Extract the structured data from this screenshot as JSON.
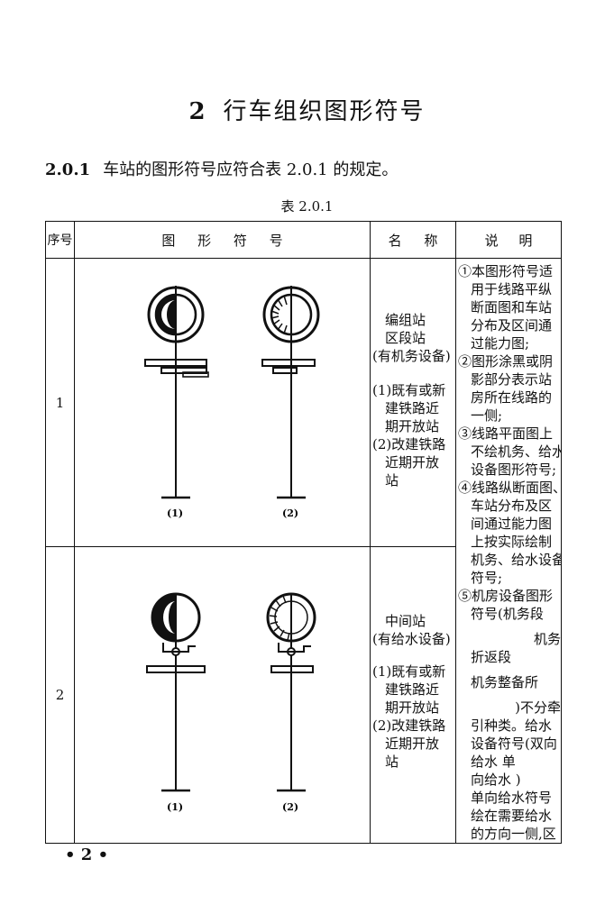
{
  "chapter": {
    "number": "2",
    "title": "行车组织图形符号"
  },
  "clause": {
    "number": "2.0.1",
    "text": "车站的图形符号应符合表 2.0.1 的规定。"
  },
  "table_caption": "表 2.0.1",
  "table": {
    "headers": {
      "seq": "序号",
      "symbol": "图 形 符 号",
      "name": "名 称",
      "desc": "说 明"
    },
    "rows": [
      {
        "seq": "1",
        "sub_labels": [
          "(1)",
          "(2)"
        ],
        "name_lines": [
          "编组站",
          "区段站",
          "(有机务设备)",
          "",
          "(1)既有或新",
          "建铁路近",
          "期开放站",
          "(2)改建铁路",
          "近期开放",
          "站"
        ]
      },
      {
        "seq": "2",
        "sub_labels": [
          "(1)",
          "(2)"
        ],
        "name_lines": [
          "中间站",
          "(有给水设备)",
          "",
          "(1)既有或新",
          "建铁路近",
          "期开放站",
          "(2)改建铁路",
          "近期开放",
          "站"
        ]
      }
    ],
    "desc_lines": [
      "①本图形符号适",
      "用于线路平纵",
      "断面图和车站",
      "分布及区间通",
      "过能力图;",
      "②图形涂黑或阴",
      "影部分表示站",
      "房所在线路的",
      "一侧;",
      "③线路平面图上",
      "不绘机务、给水",
      "设备图形符号;",
      "④线路纵断面图、",
      "车站分布及区",
      "间通过能力图",
      "上按实际绘制",
      "机务、给水设备",
      "符号;",
      "⑤机房设备图形",
      "符号(机务段",
      "",
      "机务",
      "折返段",
      "",
      "机务整备所",
      "",
      ")不分牵",
      "引种类。给水",
      "设备符号(双向",
      "给水 单",
      "向给水 )",
      "单向给水符号",
      "绘在需要给水",
      "的方向一侧,区"
    ]
  },
  "page_number": "• 2 •"
}
